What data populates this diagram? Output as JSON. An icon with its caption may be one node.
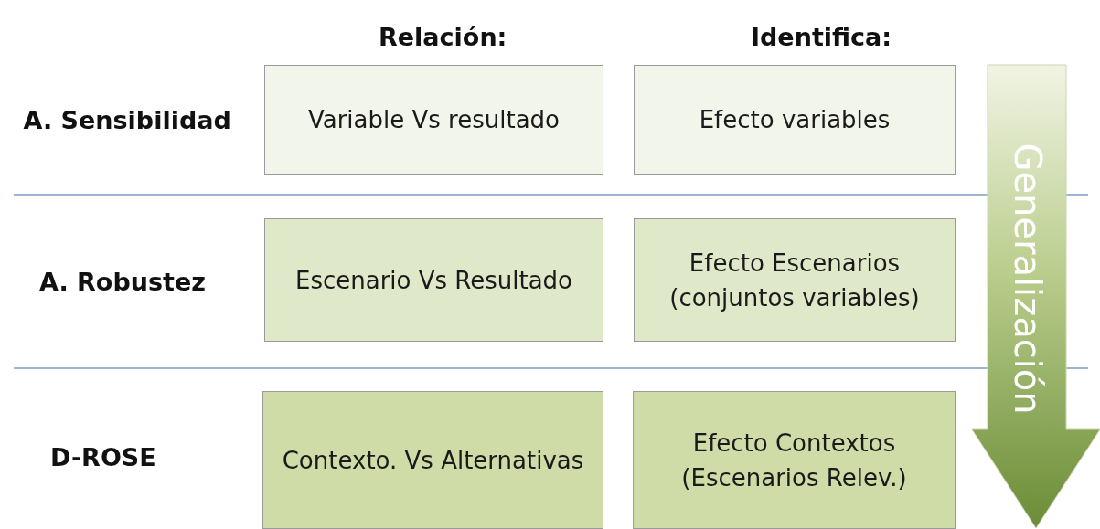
{
  "diagram": {
    "nodes": [
      {
        "text": [
          "Variable Vs resultado"
        ]
      },
      {
        "text": [
          "Efecto variables"
        ]
      },
      {
        "text": [
          "Escenario Vs Resultado"
        ]
      },
      {
        "text": [
          "Efecto Escenarios (conjuntos variables)"
        ]
      },
      {
        "text": [
          "Contexto. Vs Alternativas"
        ]
      },
      {
        "text": [
          "Efecto Contextos (Escenarios Relev.)"
        ]
      },
      {
        "text": [
          "Generalización"
        ]
      }
    ],
    "edges": [],
    "labels": [
      "Relación:",
      "Identifica:",
      "A. Sensibilidad",
      "A. Robustez",
      "D-ROSE"
    ]
  }
}
